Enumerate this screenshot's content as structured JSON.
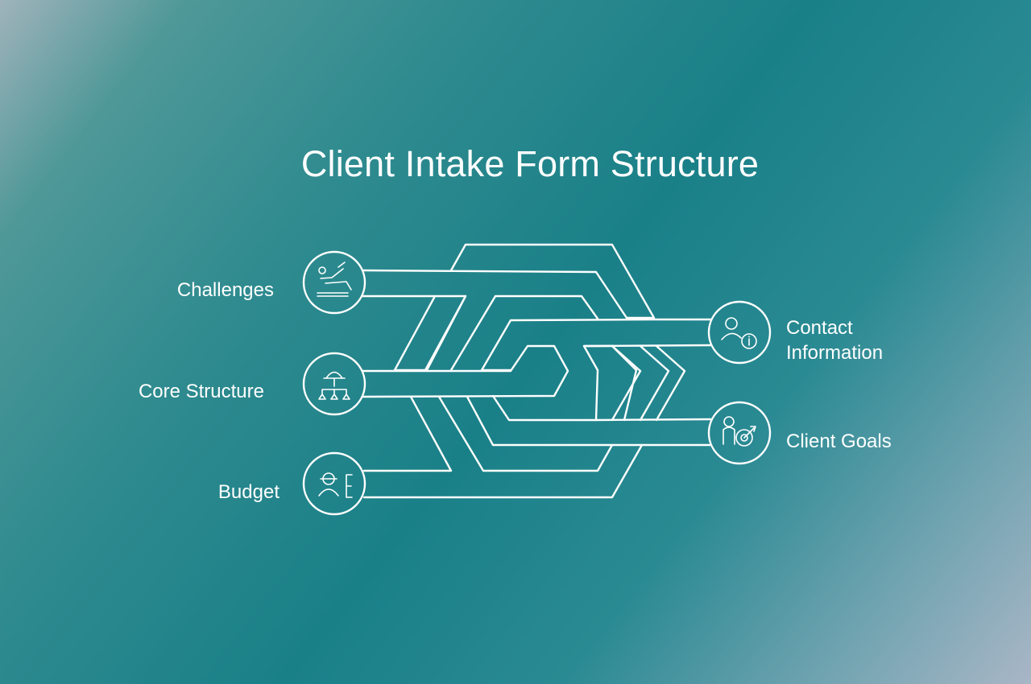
{
  "title": "Client Intake Form Structure",
  "nodes": {
    "challenges": {
      "label": "Challenges",
      "icon": "person-at-desk-icon"
    },
    "core_structure": {
      "label": "Core Structure",
      "icon": "hierarchy-helmet-icon"
    },
    "budget": {
      "label": "Budget",
      "icon": "worker-icon"
    },
    "contact_information": {
      "label_line1": "Contact",
      "label_line2": "Information",
      "icon": "person-info-icon"
    },
    "client_goals": {
      "label": "Client Goals",
      "icon": "person-target-icon"
    }
  },
  "colors": {
    "line": "#ffffff"
  }
}
